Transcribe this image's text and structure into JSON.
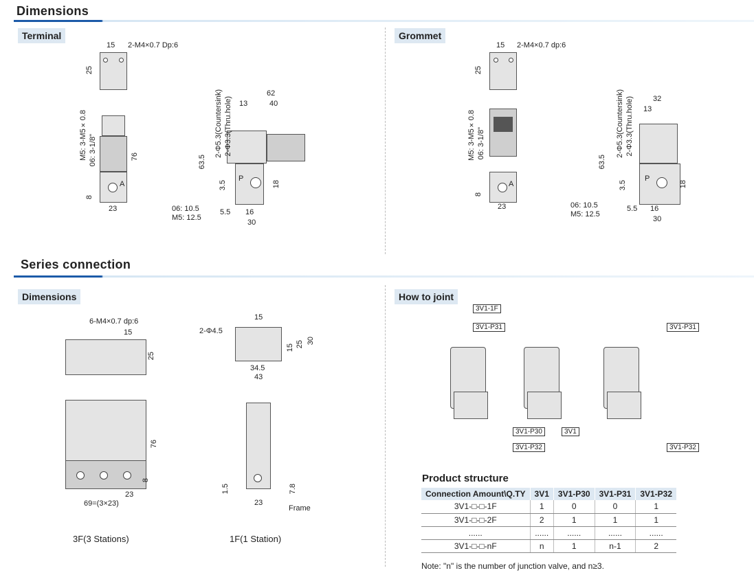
{
  "sections": {
    "dimensions": "Dimensions",
    "series": "Series connection"
  },
  "subs": {
    "terminal": "Terminal",
    "grommet": "Grommet",
    "series_dims": "Dimensions",
    "how_to_joint": "How to joint",
    "product_structure": "Product structure"
  },
  "terminal": {
    "top": [
      "15",
      "2-M4×0.7 Dp:6",
      "25"
    ],
    "front": [
      "M5: 3-M5×0.8",
      "06: 3-1/8\"",
      "76",
      "8",
      "23",
      "A"
    ],
    "side": [
      "62",
      "13",
      "40",
      "63.5",
      "2-Φ5.3(Countersink)",
      "2-Φ3.3(Thru.hole)",
      "3.5",
      "18",
      "06: 10.5",
      "M5: 12.5",
      "5.5",
      "16",
      "30",
      "P"
    ]
  },
  "grommet": {
    "top": [
      "15",
      "2-M4×0.7 dp:6",
      "25"
    ],
    "front": [
      "M5: 3-M5×0.8",
      "06: 3-1/8\"",
      "8",
      "23",
      "A"
    ],
    "side": [
      "32",
      "13",
      "63.5",
      "2-Φ5.3(Countersink)",
      "2-Φ3.3(Thru.hole)",
      "3.5",
      "18",
      "06: 10.5",
      "M5: 12.5",
      "5.5",
      "16",
      "30",
      "P"
    ]
  },
  "series_dims": {
    "top3": [
      "6-M4×0.7 dp:6",
      "15",
      "25"
    ],
    "top1": [
      "15",
      "2-Φ4.5",
      "15",
      "25",
      "30",
      "34.5",
      "43"
    ],
    "front3": [
      "76",
      "8",
      "23",
      "69=(3×23)"
    ],
    "front1": [
      "1.5",
      "7.8",
      "23",
      "Frame"
    ],
    "captions": [
      "3F(3 Stations)",
      "1F(1 Station)"
    ]
  },
  "joint_labels": [
    "3V1-1F",
    "3V1-P31",
    "3V1-P31",
    "3V1-P30",
    "3V1",
    "3V1-P32",
    "3V1-P32"
  ],
  "table": {
    "headers": [
      "Connection Amount\\Q.TY",
      "3V1",
      "3V1-P30",
      "3V1-P31",
      "3V1-P32"
    ],
    "rows": [
      [
        "3V1-□-□-1F",
        "1",
        "0",
        "0",
        "1"
      ],
      [
        "3V1-□-□-2F",
        "2",
        "1",
        "1",
        "1"
      ],
      [
        "......",
        "......",
        "......",
        "......",
        "......"
      ],
      [
        "3V1-□-□-nF",
        "n",
        "1",
        "n-1",
        "2"
      ]
    ]
  },
  "note": "Note: \"n\" is the number of junction valve, and n≥3."
}
